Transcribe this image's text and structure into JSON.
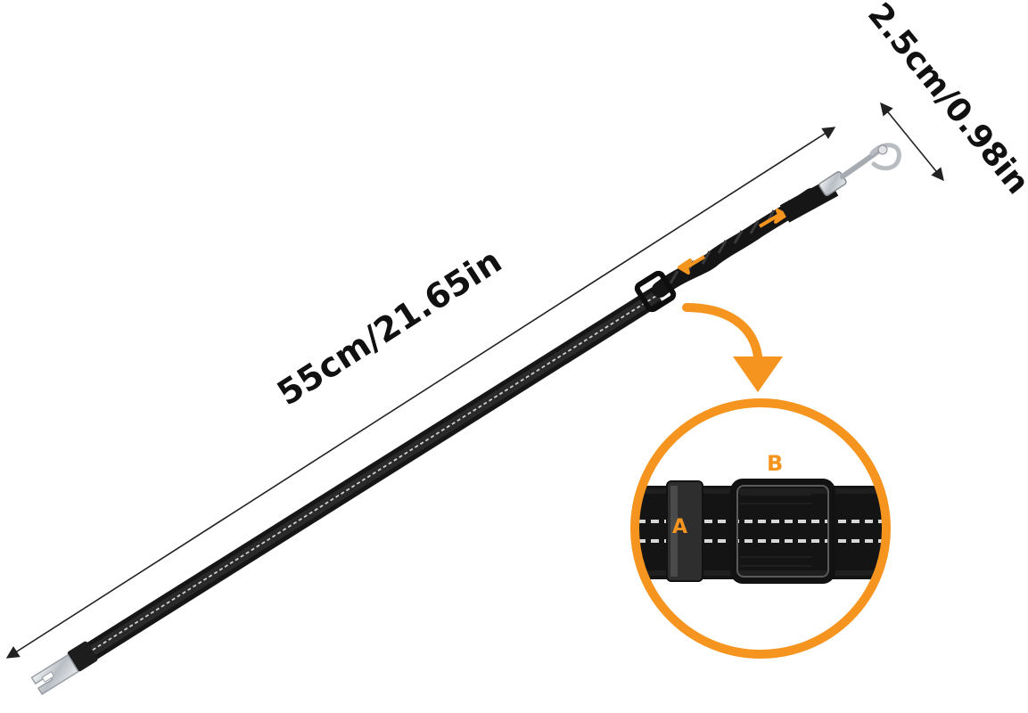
{
  "product": {
    "length_label": "55cm/21.65in",
    "width_label": "2.5cm/0.98in"
  },
  "detail": {
    "label_a": "A",
    "label_b": "B"
  },
  "colors": {
    "accent": "#f5941e",
    "strap": "#161616",
    "reflective": "#d8d8d8",
    "metal": "#c9ccd0",
    "dimension_line": "#222222"
  }
}
